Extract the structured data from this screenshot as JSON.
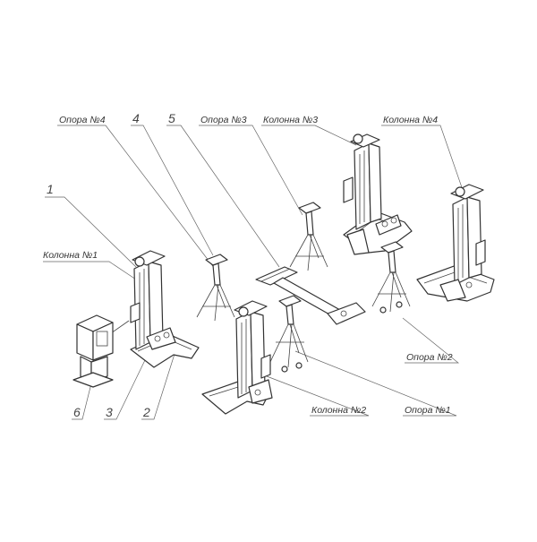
{
  "labels": {
    "opora4": "Опора №4",
    "n4": "4",
    "n5": "5",
    "opora3": "Опора №3",
    "kolonna3": "Колонна №3",
    "kolonna4": "Колонна №4",
    "n1": "1",
    "kolonna1": "Колонна №1",
    "opora2": "Опора №2",
    "kolonna2": "Колонна №2",
    "opora1": "Опора №1",
    "n6": "6",
    "n3": "3",
    "n2": "2"
  }
}
